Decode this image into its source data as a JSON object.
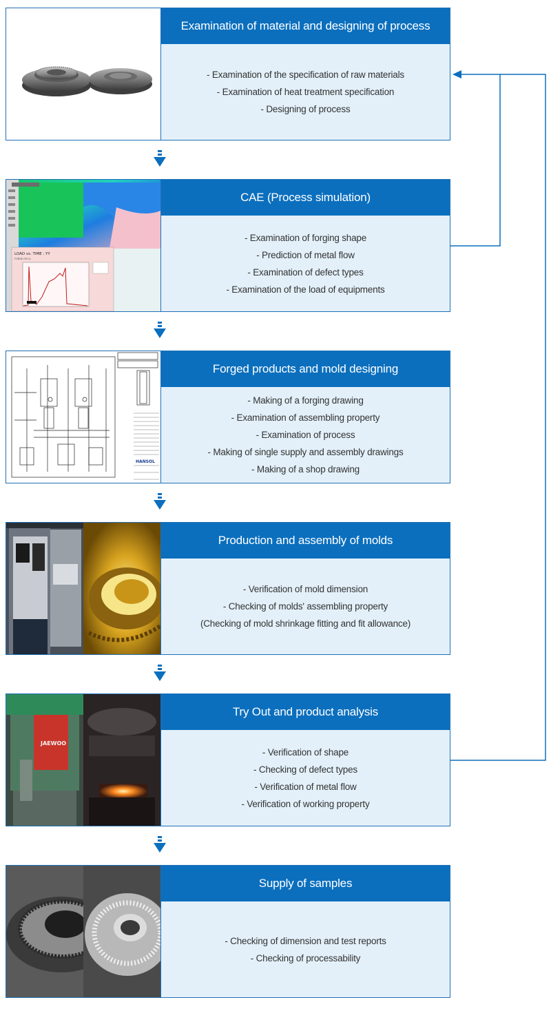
{
  "steps": [
    {
      "title": "Examination of material and designing of process",
      "lines": [
        "- Examination of the specification of raw materials",
        "- Examination of heat treatment specification",
        "- Designing of process"
      ]
    },
    {
      "title": "CAE (Process simulation)",
      "lines": [
        "- Examination of forging shape",
        "- Prediction of metal flow",
        "- Examination of defect types",
        "- Examination of the load of equipments"
      ],
      "image_text": {
        "chart_label": "LOAD vs. TIME : YY",
        "chart_sub": "FORGE (P4.1)"
      }
    },
    {
      "title": "Forged products and mold designing",
      "lines": [
        "- Making of a forging drawing",
        "- Examination of assembling property",
        "- Examination of process",
        "- Making of single supply and assembly drawings",
        "- Making of a shop drawing"
      ],
      "image_text": {
        "logo": "HANSOL"
      }
    },
    {
      "title": "Production and assembly of molds",
      "lines": [
        "- Verification of mold dimension",
        "- Checking of molds' assembling property",
        "(Checking of mold shrinkage fitting and fit allowance)"
      ]
    },
    {
      "title": "Try Out and product analysis",
      "lines": [
        "- Verification of shape",
        "- Checking of defect types",
        "- Verification of metal flow",
        "- Verification of working property"
      ],
      "image_text": {
        "press_label": "JAEWOO"
      }
    },
    {
      "title": "Supply of samples",
      "lines": [
        "- Checking of dimension and test reports",
        "- Checking of processability"
      ]
    }
  ],
  "colors": {
    "accent": "#0b6fbe",
    "panel": "#e3f0f9",
    "border": "#1f6fb5",
    "text": "#333333"
  }
}
